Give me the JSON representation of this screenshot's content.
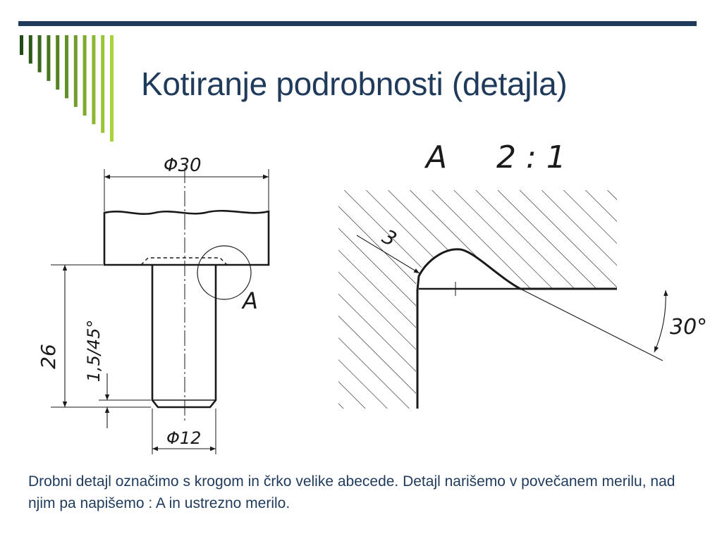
{
  "slide": {
    "title": "Kotiranje podrobnosti (detajla)",
    "caption": "Drobni detajl označimo s krogom in črko velike abecede. Detajl narišemo v povečanem merilu, nad njim pa napišemo : A in ustrezno merilo."
  },
  "drawing": {
    "main_view": {
      "dim_head_diameter": "Φ30",
      "dim_length": "26",
      "dim_chamfer": "1,5/45°",
      "dim_shank_diameter": "Φ12",
      "detail_marker": "A"
    },
    "detail_view": {
      "label": "A",
      "scale": "2 : 1",
      "radius": "3",
      "angle": "30°"
    }
  },
  "colors": {
    "accent": "#1f3a5a",
    "bar_dark": "#1f4d14",
    "bar_light": "#a6d23a"
  }
}
